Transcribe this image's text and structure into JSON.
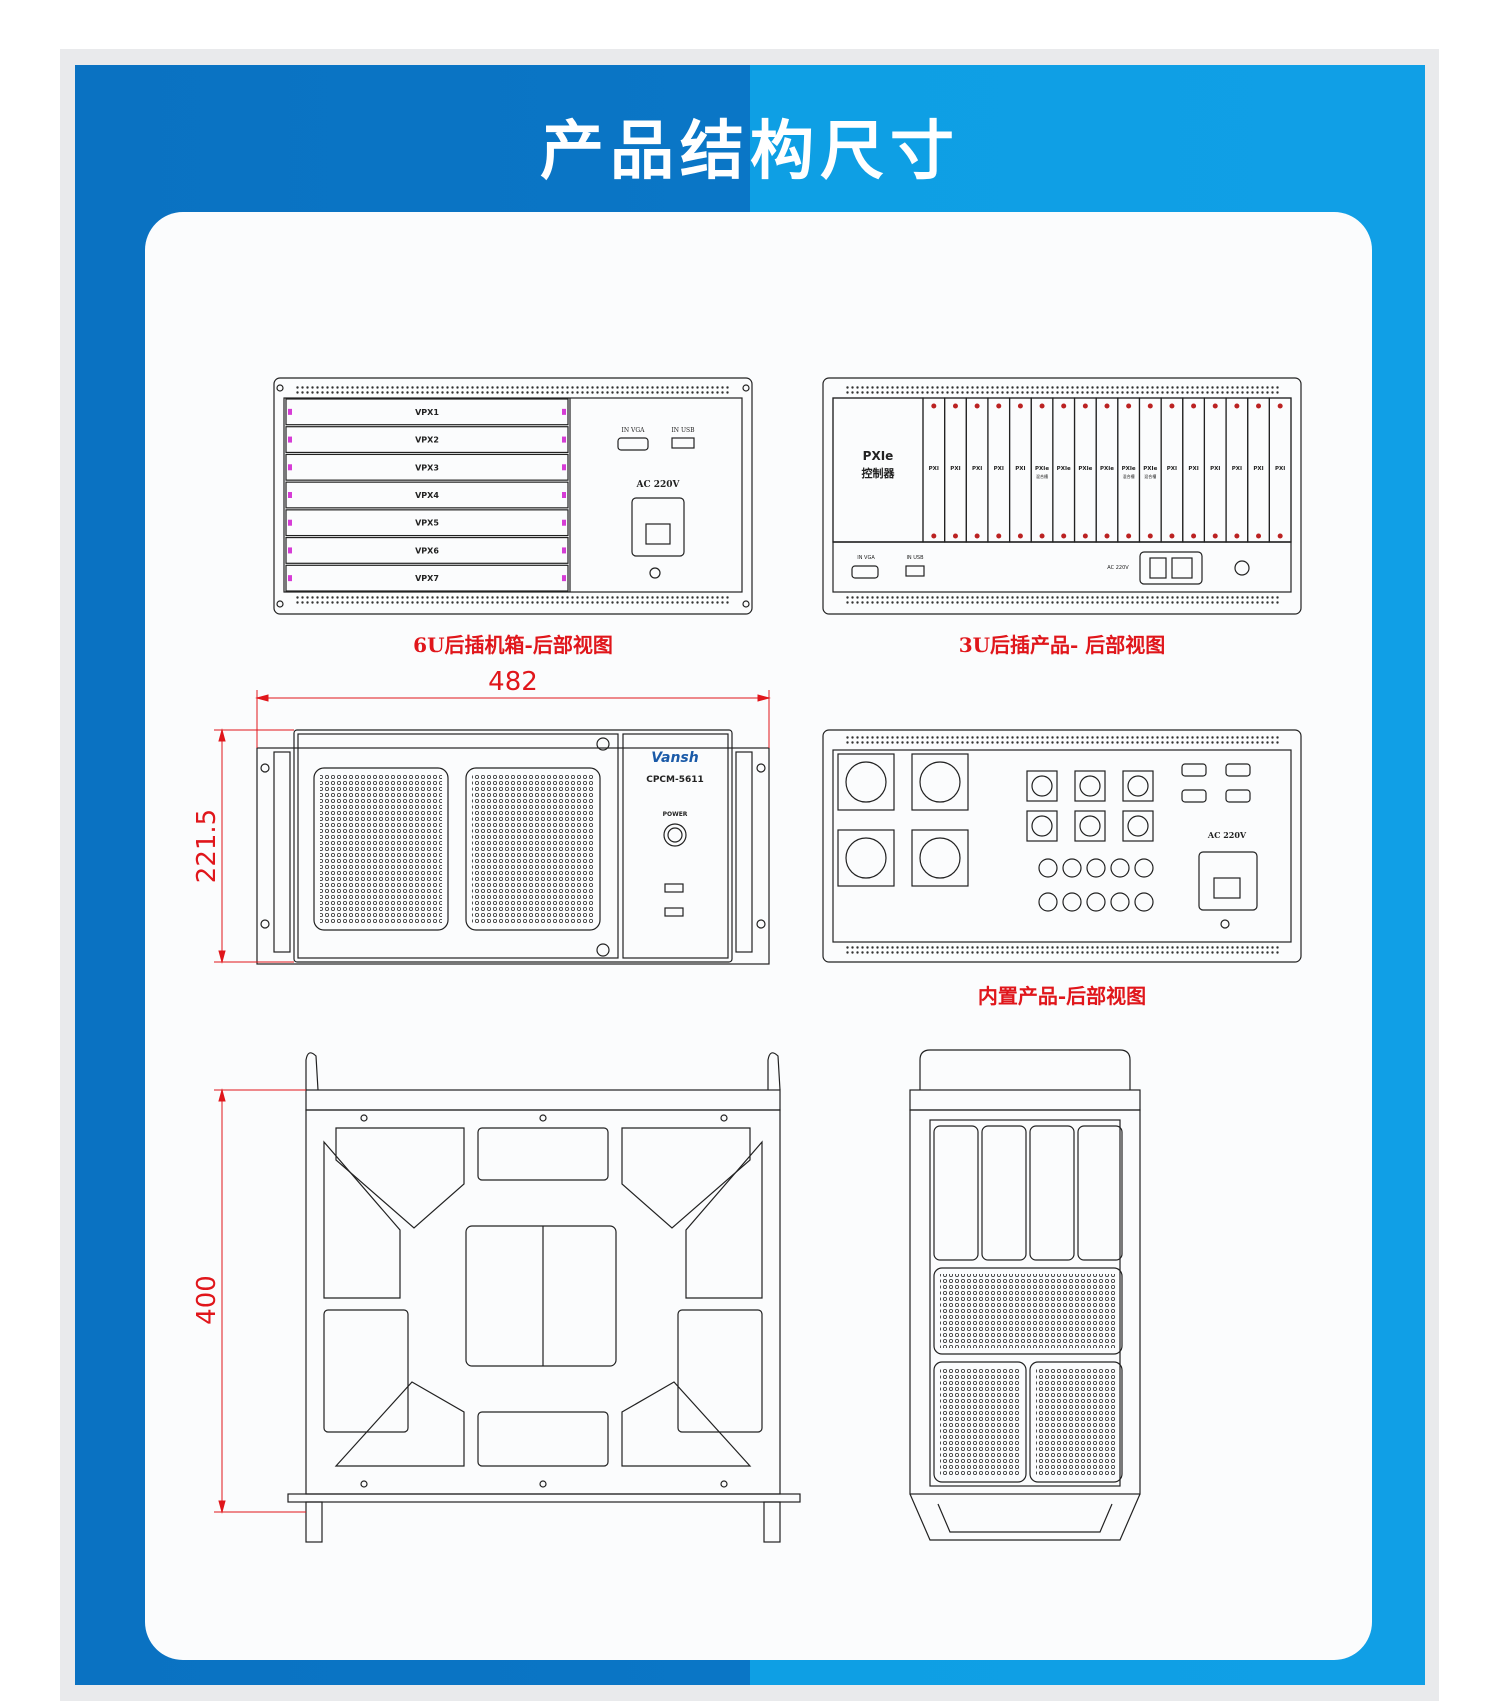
{
  "title": "产品结构尺寸",
  "colors": {
    "accent_blue": "#0a76c6",
    "light_blue": "#109fe6",
    "caption_red": "#e0161b",
    "dimension_red": "#e0161b",
    "line": "#222222"
  },
  "views": {
    "view_6u": {
      "caption": "6U后插机箱-后部视图",
      "slots": [
        "VPX1",
        "VPX2",
        "VPX3",
        "VPX4",
        "VPX5",
        "VPX6",
        "VPX7"
      ],
      "vga_label": "IN VGA",
      "usb_label": "IN USB",
      "power_label": "AC 220V"
    },
    "view_3u": {
      "caption": "3U后插产品- 后部视图",
      "controller_line1": "PXIe",
      "controller_line2": "控制器",
      "slot_labels": [
        "PXI",
        "PXI",
        "PXI",
        "PXI",
        "PXI",
        "PXIe",
        "PXIe",
        "PXIe",
        "PXIe",
        "PXIe",
        "PXIe",
        "PXI",
        "PXI",
        "PXI",
        "PXI",
        "PXI",
        "PXI"
      ],
      "slot_sublabels": [
        "",
        "",
        "",
        "",
        "",
        "混合槽",
        "",
        "",
        "",
        "混合槽",
        "混合槽",
        "",
        "",
        "",
        "",
        "",
        ""
      ],
      "vga_label": "IN VGA",
      "usb_label": "IN USB",
      "power_label": "AC 220V"
    },
    "front": {
      "brand": "Vansh",
      "model": "CPCM-5611",
      "power_label": "POWER",
      "width_dim": "482",
      "height_dim": "221.5"
    },
    "view_builtin": {
      "caption": "内置产品-后部视图",
      "power_label": "AC 220V"
    },
    "top": {
      "depth_dim": "400"
    }
  }
}
